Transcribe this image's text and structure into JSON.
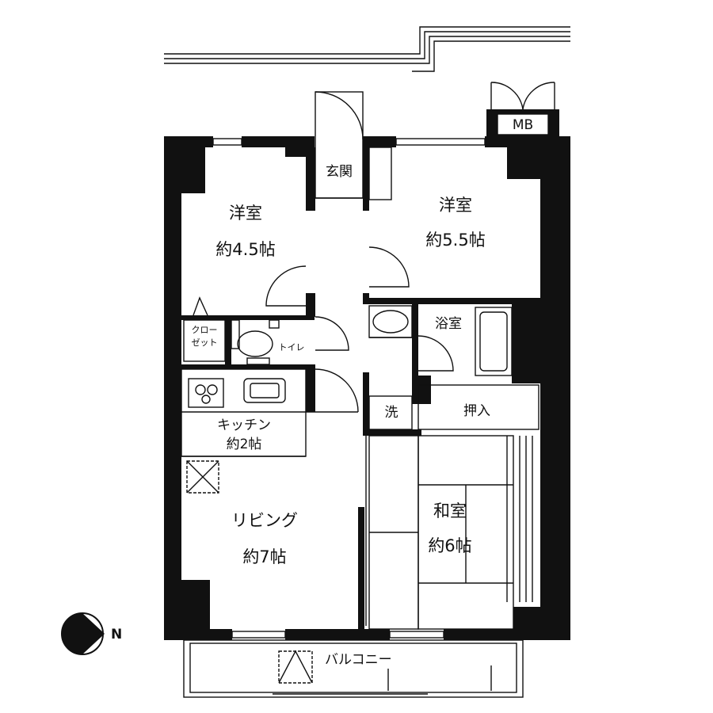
{
  "rooms": {
    "western_room_1": {
      "name": "洋室",
      "size": "約4.5帖"
    },
    "western_room_2": {
      "name": "洋室",
      "size": "約5.5帖"
    },
    "entrance": {
      "name": "玄関"
    },
    "meter_box": {
      "name": "MB"
    },
    "closet": {
      "line1": "クロー",
      "line2": "ゼット"
    },
    "toilet": {
      "name": "トイレ"
    },
    "bathroom": {
      "name": "浴室"
    },
    "laundry": {
      "name": "洗"
    },
    "storage": {
      "name": "押入"
    },
    "kitchen": {
      "name": "キッチン",
      "size": "約2帖"
    },
    "living": {
      "name": "リビング",
      "size": "約7帖"
    },
    "japanese_room": {
      "name": "和室",
      "size": "約6帖"
    },
    "balcony": {
      "name": "バルコニー"
    }
  },
  "compass": {
    "direction": "N"
  }
}
